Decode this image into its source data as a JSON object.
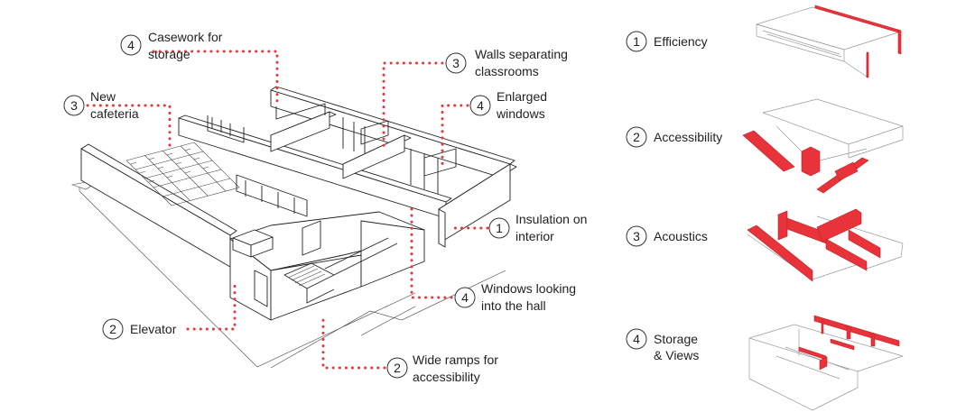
{
  "callouts": [
    {
      "id": "casework",
      "num": "4",
      "lines": [
        "Casework for",
        "storage"
      ]
    },
    {
      "id": "walls",
      "num": "3",
      "lines": [
        "Walls separating",
        "classrooms"
      ]
    },
    {
      "id": "cafeteria",
      "num": "3",
      "lines": [
        "New",
        "cafeteria"
      ]
    },
    {
      "id": "windows",
      "num": "4",
      "lines": [
        "Enlarged",
        "windows"
      ]
    },
    {
      "id": "insulation",
      "num": "1",
      "lines": [
        "Insulation on",
        "interior"
      ]
    },
    {
      "id": "hallwindows",
      "num": "4",
      "lines": [
        "Windows looking",
        "into the hall"
      ]
    },
    {
      "id": "elevator",
      "num": "2",
      "lines": [
        "Elevator"
      ]
    },
    {
      "id": "ramps",
      "num": "2",
      "lines": [
        "Wide ramps for",
        "accessibility"
      ]
    }
  ],
  "legend": [
    {
      "id": "efficiency",
      "num": "1",
      "lines": [
        "Efficiency"
      ]
    },
    {
      "id": "accessibility",
      "num": "2",
      "lines": [
        "Accessibility"
      ]
    },
    {
      "id": "acoustics",
      "num": "3",
      "lines": [
        "Acoustics"
      ]
    },
    {
      "id": "storage",
      "num": "4",
      "lines": [
        "Storage",
        "& Views"
      ]
    }
  ],
  "colors": {
    "accent": "#e8333a",
    "line": "#222222"
  }
}
